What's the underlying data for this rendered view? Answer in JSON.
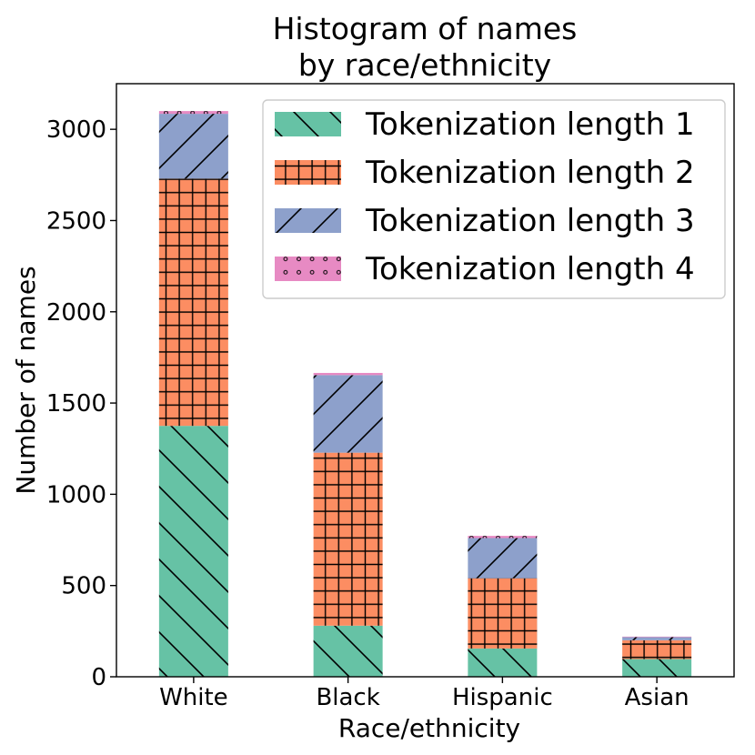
{
  "chart_data": {
    "type": "bar",
    "stacked": true,
    "title_lines": [
      "Histogram of names",
      "by race/ethnicity"
    ],
    "xlabel": "Race/ethnicity",
    "ylabel": "Number of names",
    "categories": [
      "White",
      "Black",
      "Hispanic",
      "Asian"
    ],
    "ylim": [
      0,
      3250
    ],
    "yticks": [
      0,
      500,
      1000,
      1500,
      2000,
      2500,
      3000
    ],
    "yticks_labels": [
      "0",
      "500",
      "1000",
      "1500",
      "2000",
      "2500",
      "3000"
    ],
    "grid": false,
    "legend_position": "top-right",
    "series": [
      {
        "name": "Tokenization length 1",
        "values": [
          1375,
          280,
          155,
          97
        ],
        "color": "#66c2a5",
        "hatch": "backslash"
      },
      {
        "name": "Tokenization length 2",
        "values": [
          1355,
          948,
          385,
          103
        ],
        "color": "#fc8d62",
        "hatch": "grid"
      },
      {
        "name": "Tokenization length 3",
        "values": [
          355,
          425,
          220,
          17
        ],
        "color": "#8da0cb",
        "hatch": "slash"
      },
      {
        "name": "Tokenization length 4",
        "values": [
          15,
          12,
          12,
          3
        ],
        "color": "#e78ac3",
        "hatch": "dots"
      }
    ]
  }
}
